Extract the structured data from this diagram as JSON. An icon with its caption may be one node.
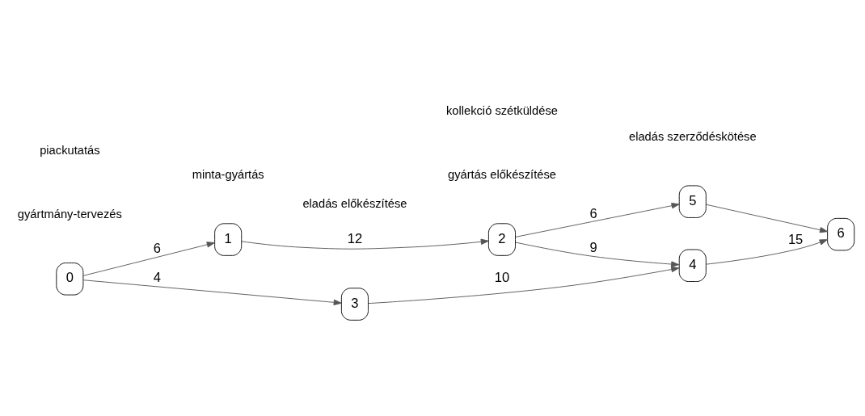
{
  "diagram": {
    "nodes": [
      {
        "text": [
          "0"
        ]
      },
      {
        "text": [
          "1"
        ]
      },
      {
        "text": [
          "2"
        ]
      },
      {
        "text": [
          "3"
        ]
      },
      {
        "text": [
          "4"
        ]
      },
      {
        "text": [
          "5"
        ]
      },
      {
        "text": [
          "6"
        ]
      }
    ],
    "edges": [
      {
        "from": 0,
        "to": 1,
        "arrow": "to",
        "label": "6"
      },
      {
        "from": 1,
        "to": 2,
        "arrow": "to",
        "label": "12"
      },
      {
        "from": 2,
        "to": 5,
        "arrow": "to",
        "label": "6"
      },
      {
        "from": 5,
        "to": 6,
        "arrow": "to"
      },
      {
        "from": 2,
        "to": 4,
        "arrow": "to",
        "label": "9"
      },
      {
        "from": 0,
        "to": 3,
        "arrow": "to",
        "label": "4"
      },
      {
        "from": 3,
        "to": 4,
        "arrow": "to",
        "label": "10"
      },
      {
        "from": 4,
        "to": 6,
        "arrow": "to",
        "label": "15"
      }
    ],
    "labels": [
      "minta-gyártás",
      "gyártás előkészítése",
      "gyártmány-tervezés",
      "kollekció szétküldése",
      "piackutatás",
      "eladás előkészítése",
      "eladás szerződéskötése"
    ]
  }
}
